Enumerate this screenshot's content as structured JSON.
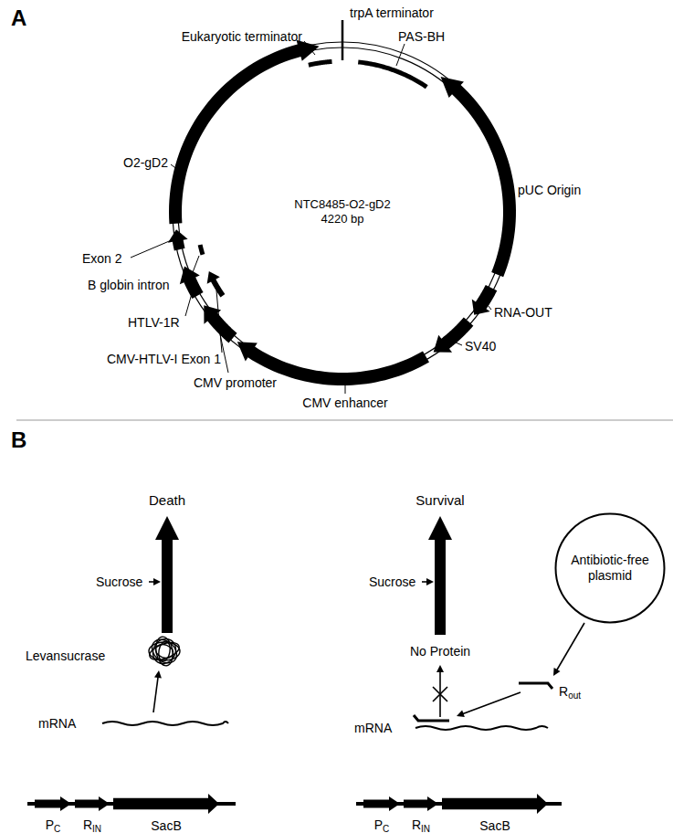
{
  "diagram": {
    "nodes": [
      {
        "text": [
          "NTC8485-O2-gD2",
          "4220 bp"
        ]
      },
      {
        "text": [
          "Antibiotic-free plasmid"
        ]
      }
    ],
    "labels": [
      "A",
      "trpA terminator",
      "Eukaryotic terminator",
      "PAS-BH",
      "O2-gD2",
      "pUC Origin",
      "Exon 2",
      "B globin intron",
      "RNA-OUT",
      "HTLV-1R",
      "SV40",
      "CMV-HTLV-I Exon 1",
      "CMV promoter",
      "CMV enhancer",
      "B",
      "Death",
      "Survival",
      "Sucrose",
      "Sucrose",
      "No Protein",
      "Levansucrase",
      "Rout",
      "mRNA",
      "mRNA",
      "PC",
      "RIN",
      "SacB",
      "PC",
      "RIN",
      "SacB"
    ]
  }
}
